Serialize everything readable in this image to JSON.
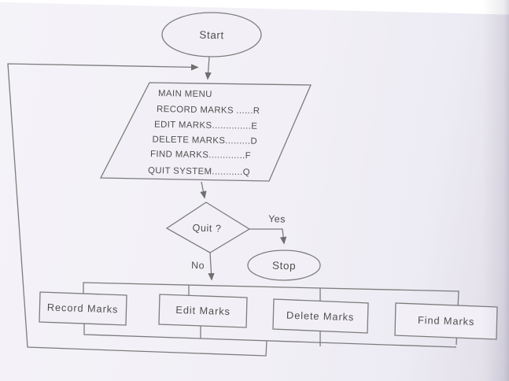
{
  "page": {
    "paper_color": "#f2f0f6",
    "line_color": "#7c7c7c",
    "text_color": "#4f4f4f"
  },
  "flowchart": {
    "start": {
      "label": "Start"
    },
    "main_menu": {
      "lines": [
        "MAIN MENU",
        "RECORD MARKS ......R",
        "EDIT MARKS..............E",
        "DELETE MARKS.........D",
        "FIND MARKS.............F",
        "QUIT SYSTEM...........Q"
      ]
    },
    "decision": {
      "label": "Quit ?",
      "yes_label": "Yes",
      "no_label": "No"
    },
    "stop": {
      "label": "Stop"
    },
    "actions": [
      {
        "label": "Record Marks"
      },
      {
        "label": "Edit Marks"
      },
      {
        "label": "Delete Marks"
      },
      {
        "label": "Find Marks"
      }
    ]
  }
}
